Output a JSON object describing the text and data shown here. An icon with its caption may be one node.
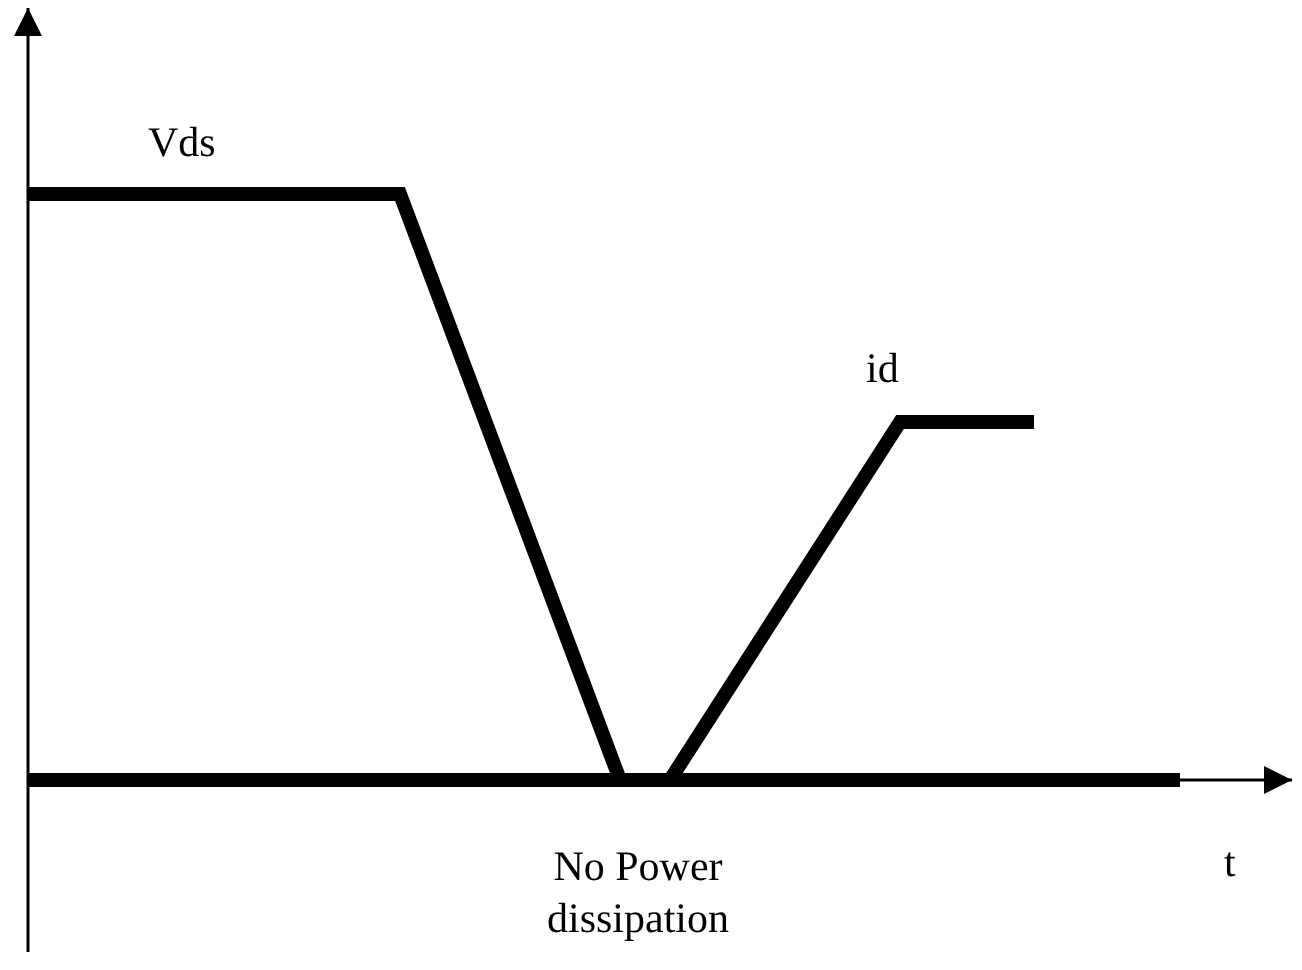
{
  "diagram": {
    "labels": [
      "Vds",
      "id",
      "t",
      "No Power dissipation"
    ]
  }
}
